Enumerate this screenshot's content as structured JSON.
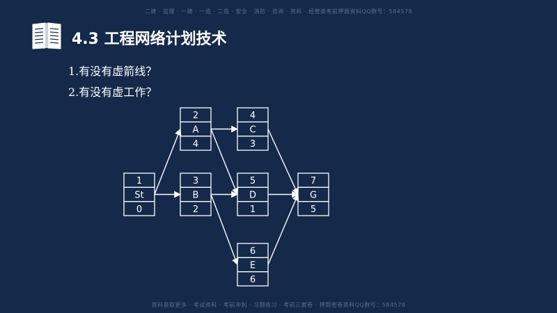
{
  "watermark_top": "二建 · 监理 · 一建 · 一造 · 二造 · 安全 · 消防 · 咨询 · 资料 · 经营类考前押题资料QQ群号：584578",
  "watermark_bottom": "资料获取更多 · 考试资料 · 考前冲刺 · 习题练习 · 考前三套卷 · 押题密卷资料QQ群号：584578",
  "header": {
    "icon": "open-book-icon",
    "title": "4.3 工程网络计划技术"
  },
  "questions": [
    "1.有没有虚箭线？",
    "2.有没有虚工作？"
  ],
  "nodes": [
    {
      "id": "St",
      "top": "1",
      "mid": "St",
      "bottom": "0"
    },
    {
      "id": "A",
      "top": "2",
      "mid": "A",
      "bottom": "4"
    },
    {
      "id": "B",
      "top": "3",
      "mid": "B",
      "bottom": "2"
    },
    {
      "id": "C",
      "top": "4",
      "mid": "C",
      "bottom": "3"
    },
    {
      "id": "D",
      "top": "5",
      "mid": "D",
      "bottom": "1"
    },
    {
      "id": "E",
      "top": "6",
      "mid": "E",
      "bottom": "6"
    },
    {
      "id": "G",
      "top": "7",
      "mid": "G",
      "bottom": "5"
    }
  ],
  "edges": [
    [
      "St",
      "A"
    ],
    [
      "St",
      "B"
    ],
    [
      "A",
      "C"
    ],
    [
      "A",
      "D"
    ],
    [
      "B",
      "D"
    ],
    [
      "B",
      "E"
    ],
    [
      "C",
      "G"
    ],
    [
      "D",
      "G"
    ],
    [
      "E",
      "G"
    ]
  ],
  "colors": {
    "background": "#152a4a",
    "lines": "#ffffff"
  }
}
